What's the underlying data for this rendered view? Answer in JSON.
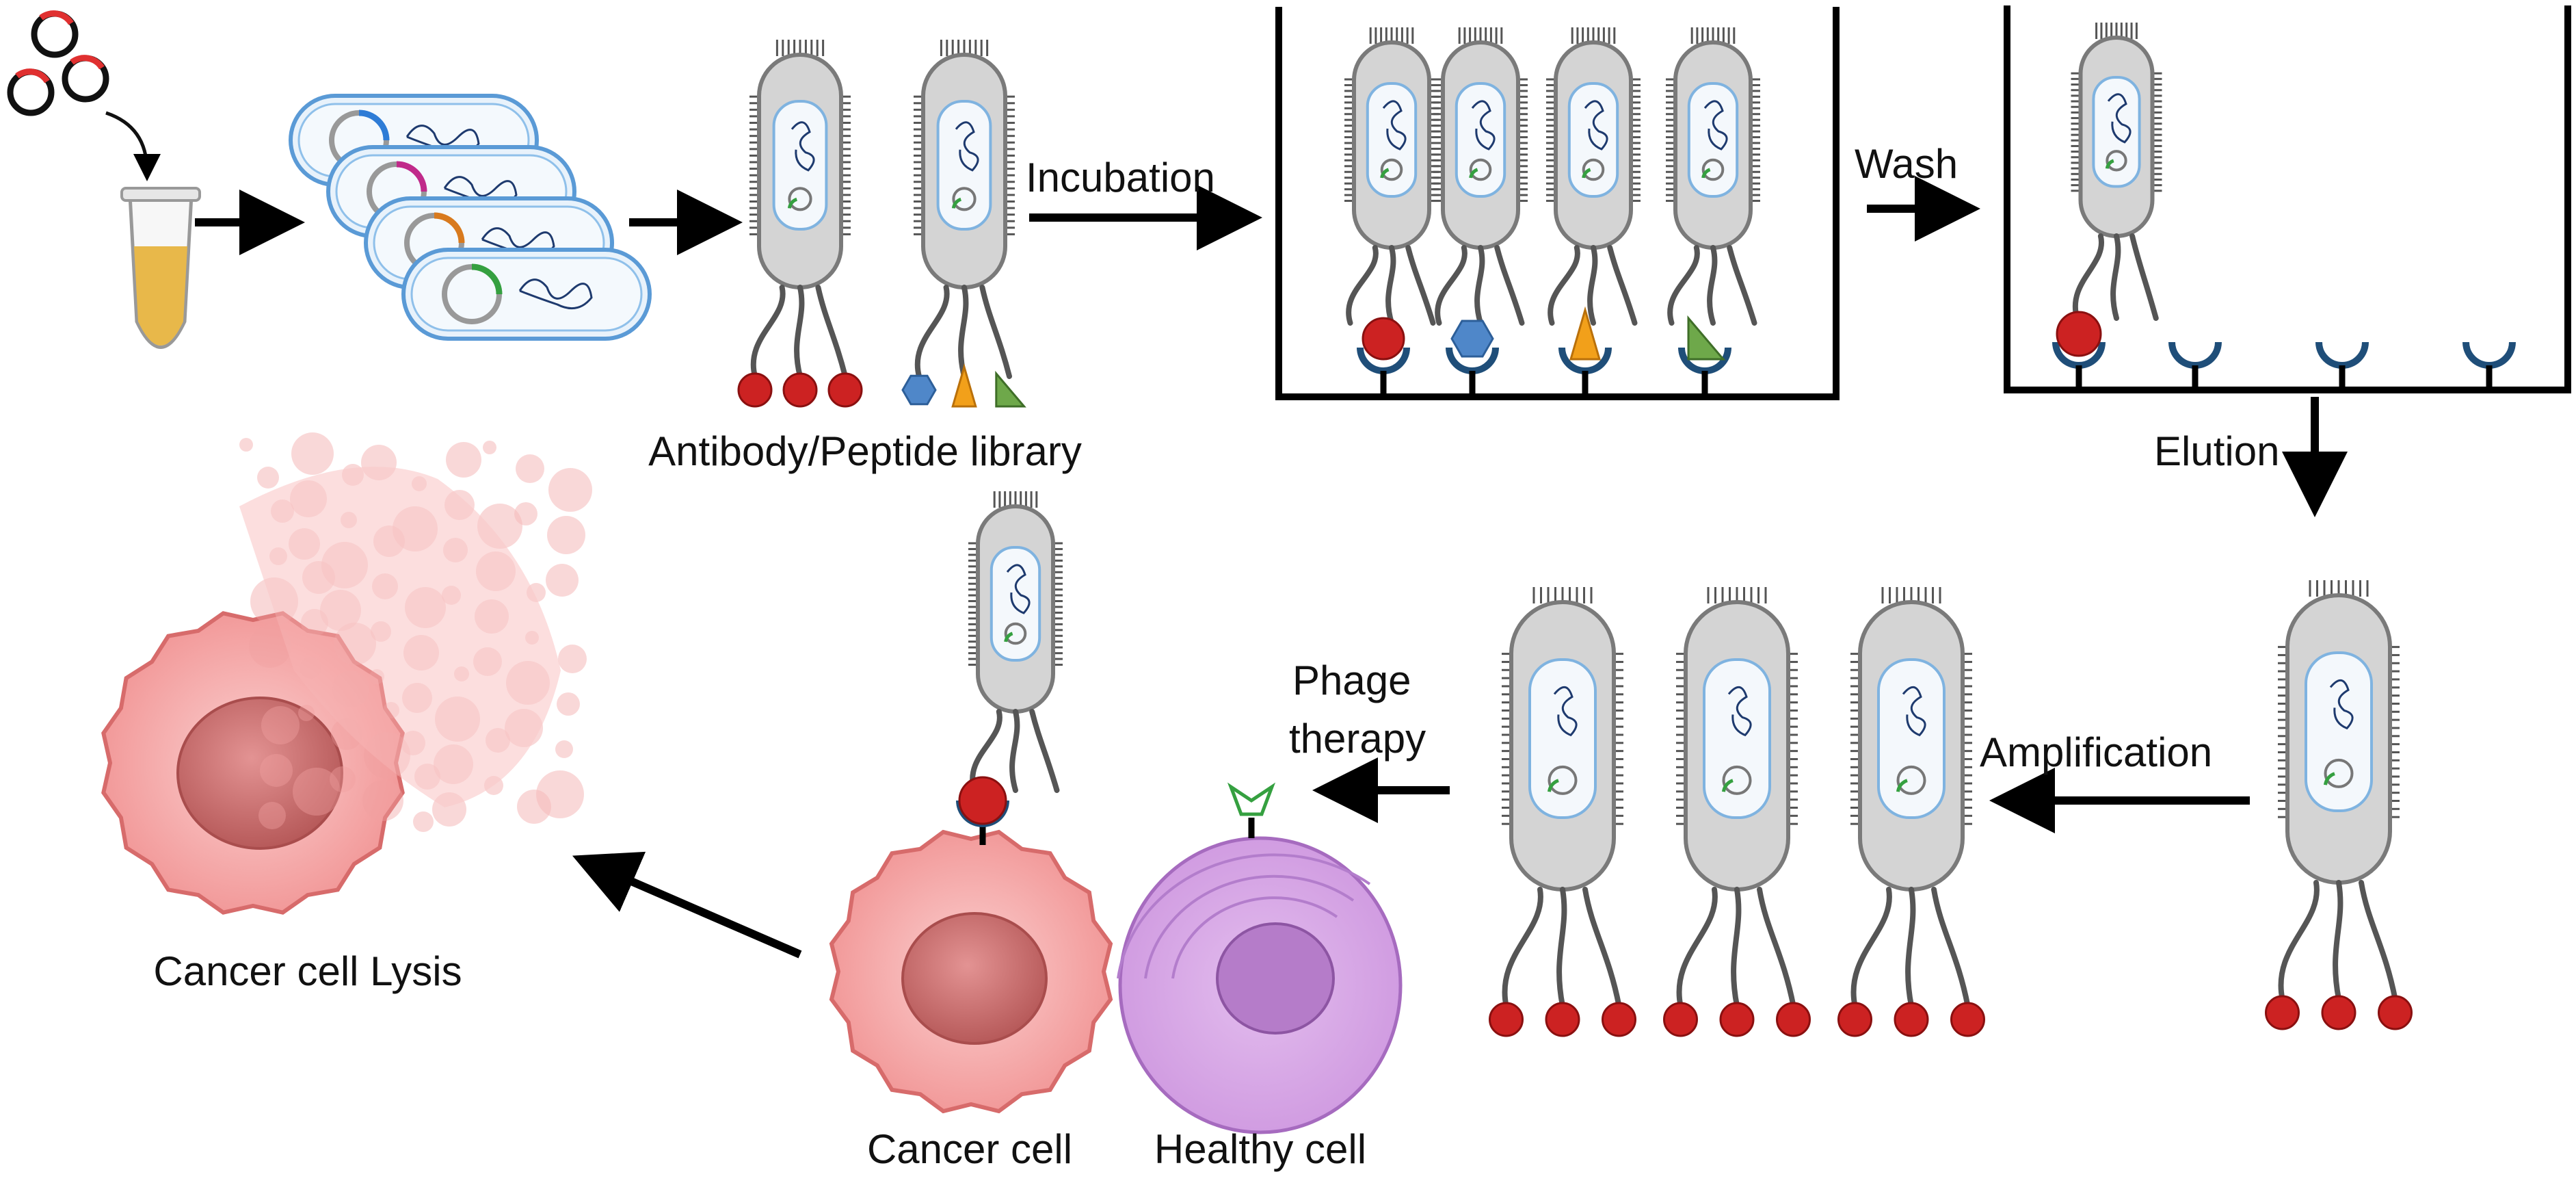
{
  "labels": {
    "library": "Antibody/Peptide library",
    "incubation": "Incubation",
    "wash": "Wash",
    "elution": "Elution",
    "amplification": "Amplification",
    "phage_therapy_line1": "Phage",
    "phage_therapy_line2": "therapy",
    "cancer_cell": "Cancer cell",
    "healthy_cell": "Healthy cell",
    "lysis": "Cancer cell Lysis"
  },
  "colors": {
    "phage_body": "#d4d4d4",
    "phage_outline": "#7a7a7a",
    "antibody_red": "#cc2222",
    "receptor_blue": "#1f4e79",
    "hexagon_blue": "#4f87c9",
    "triangle_orange": "#f2a01a",
    "triangle_green": "#6ea84a",
    "cancer_pink": "#f4a6a6",
    "nucleus_pink": "#c96b6b",
    "healthy_purple": "#d8a7e6",
    "healthy_nucleus": "#b57cc9",
    "tube_liquid": "#e8b84a",
    "plasmid_blue": "#2e7cd6",
    "plasmid_magenta": "#c02a8a",
    "plasmid_orange": "#d87a1e",
    "plasmid_green": "#35a040"
  }
}
